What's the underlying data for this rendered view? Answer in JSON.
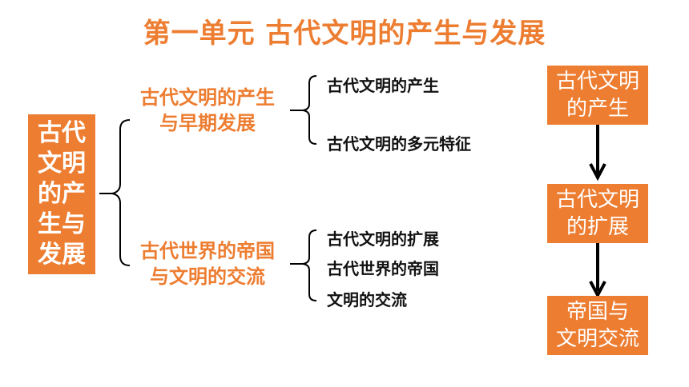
{
  "title": "第一单元   古代文明的产生与发展",
  "root": {
    "label": "古代文明的产生与发展"
  },
  "branches": [
    {
      "line1": "古代文明的产生",
      "line2": "与早期发展",
      "items": [
        "古代文明的产生",
        "古代文明的多元特征"
      ]
    },
    {
      "line1": "古代世界的帝国",
      "line2": "与文明的交流",
      "items": [
        "古代文明的扩展",
        "古代世界的帝国",
        "文明的交流"
      ]
    }
  ],
  "flow": [
    {
      "line1": "古代文明",
      "line2": "的产生"
    },
    {
      "line1": "古代文明",
      "line2": "的扩展"
    },
    {
      "line1": "帝国与",
      "line2": "文明交流"
    }
  ],
  "colors": {
    "accent": "#ED7D31",
    "text": "#111111",
    "arrow": "#000000"
  }
}
